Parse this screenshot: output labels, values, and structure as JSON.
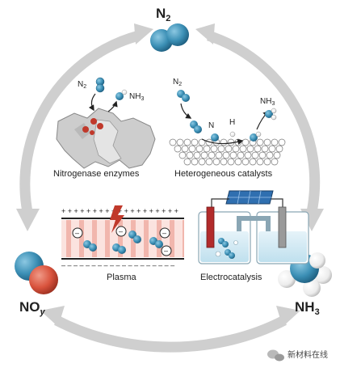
{
  "nodes": {
    "n2": {
      "label": "N",
      "sub": "2"
    },
    "noy": {
      "label": "NO",
      "sub": "y"
    },
    "nh3": {
      "label": "NH",
      "sub": "3"
    }
  },
  "panels": {
    "nitrogenase": {
      "caption": "Nitrogenase enzymes",
      "n2_label": "N",
      "n2_sub": "2",
      "nh3_label": "NH",
      "nh3_sub": "3"
    },
    "heterogeneous": {
      "caption": "Heterogeneous catalysts",
      "n2_label": "N",
      "n2_sub": "2",
      "n_label": "N",
      "h_label": "H",
      "nh3_label": "NH",
      "nh3_sub": "3"
    },
    "plasma": {
      "caption": "Plasma",
      "top_signs": "+ + + + + + + + + + + + + + + + + + +",
      "bottom_signs": "– – – – – – – – – – – – – – – – – – –"
    },
    "electro": {
      "caption": "Electrocatalysis"
    }
  },
  "watermark": {
    "text": "新材料在线",
    "icon": "wechat-icon"
  },
  "colors": {
    "nitrogen_blue": "#3b8fb5",
    "oxygen_red": "#d9533d",
    "hydrogen_white": "#f2f2f2",
    "arrow_gray": "#cfcfcf",
    "enzyme_gray": "#c9c9c9",
    "active_red": "#c0392b",
    "plasma_pink": "#f4c6c0",
    "electrode_red": "#b22b2b",
    "solar_blue": "#2f6fb0"
  }
}
